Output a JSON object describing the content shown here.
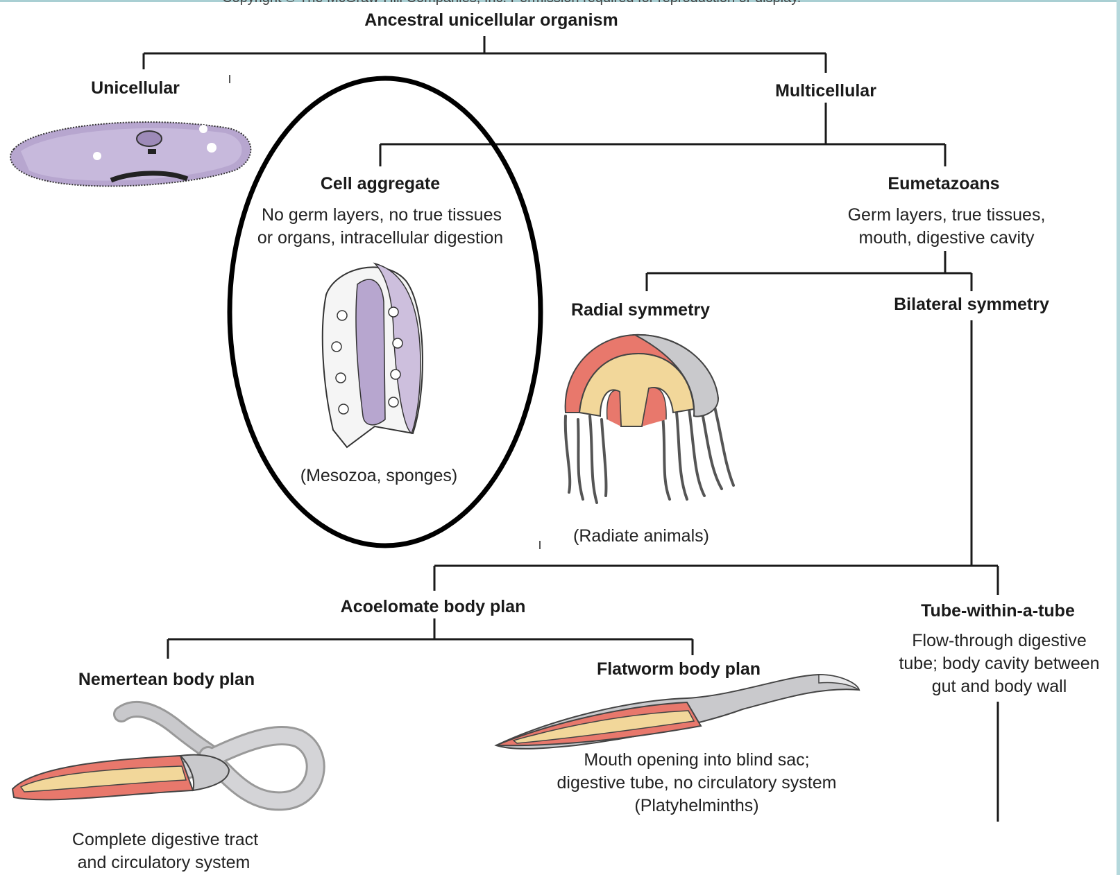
{
  "header": {
    "copyright": "Copyright © The McGraw-Hill Companies, Inc. Permission required for reproduction or display."
  },
  "nodes": {
    "root": {
      "title": "Ancestral unicellular organism"
    },
    "unicellular": {
      "title": "Unicellular"
    },
    "multicellular": {
      "title": "Multicellular"
    },
    "cell_aggregate": {
      "title": "Cell aggregate",
      "desc_line1": "No germ layers, no true tissues",
      "desc_line2": "or organs, intracellular digestion",
      "examples": "(Mesozoa, sponges)"
    },
    "eumetazoans": {
      "title": "Eumetazoans",
      "desc_line1": "Germ layers, true tissues,",
      "desc_line2": "mouth, digestive cavity"
    },
    "radial": {
      "title": "Radial symmetry",
      "examples": "(Radiate animals)"
    },
    "bilateral": {
      "title": "Bilateral symmetry"
    },
    "acoelomate": {
      "title": "Acoelomate body plan"
    },
    "tube": {
      "title": "Tube-within-a-tube",
      "desc_line1": "Flow-through digestive",
      "desc_line2": "tube; body cavity between",
      "desc_line3": "gut and body wall"
    },
    "nemertean": {
      "title": "Nemertean body plan",
      "desc_line1": "Complete digestive tract",
      "desc_line2": "and circulatory system"
    },
    "flatworm": {
      "title": "Flatworm body plan",
      "desc_line1": "Mouth opening into blind sac;",
      "desc_line2": "digestive tube, no circulatory system",
      "desc_line3": "(Platyhelminths)"
    }
  },
  "colors": {
    "line": "#1a1a1a",
    "organism_purple": "#b7a6cf",
    "tissue_red": "#e8786c",
    "tissue_yellow": "#f2d79a",
    "body_gray": "#c9c9cc",
    "highlight_oval": "#000000"
  },
  "icons": [
    "paramecium-icon",
    "sponge-icon",
    "jellyfish-icon",
    "nemertean-worm-icon",
    "flatworm-icon"
  ]
}
